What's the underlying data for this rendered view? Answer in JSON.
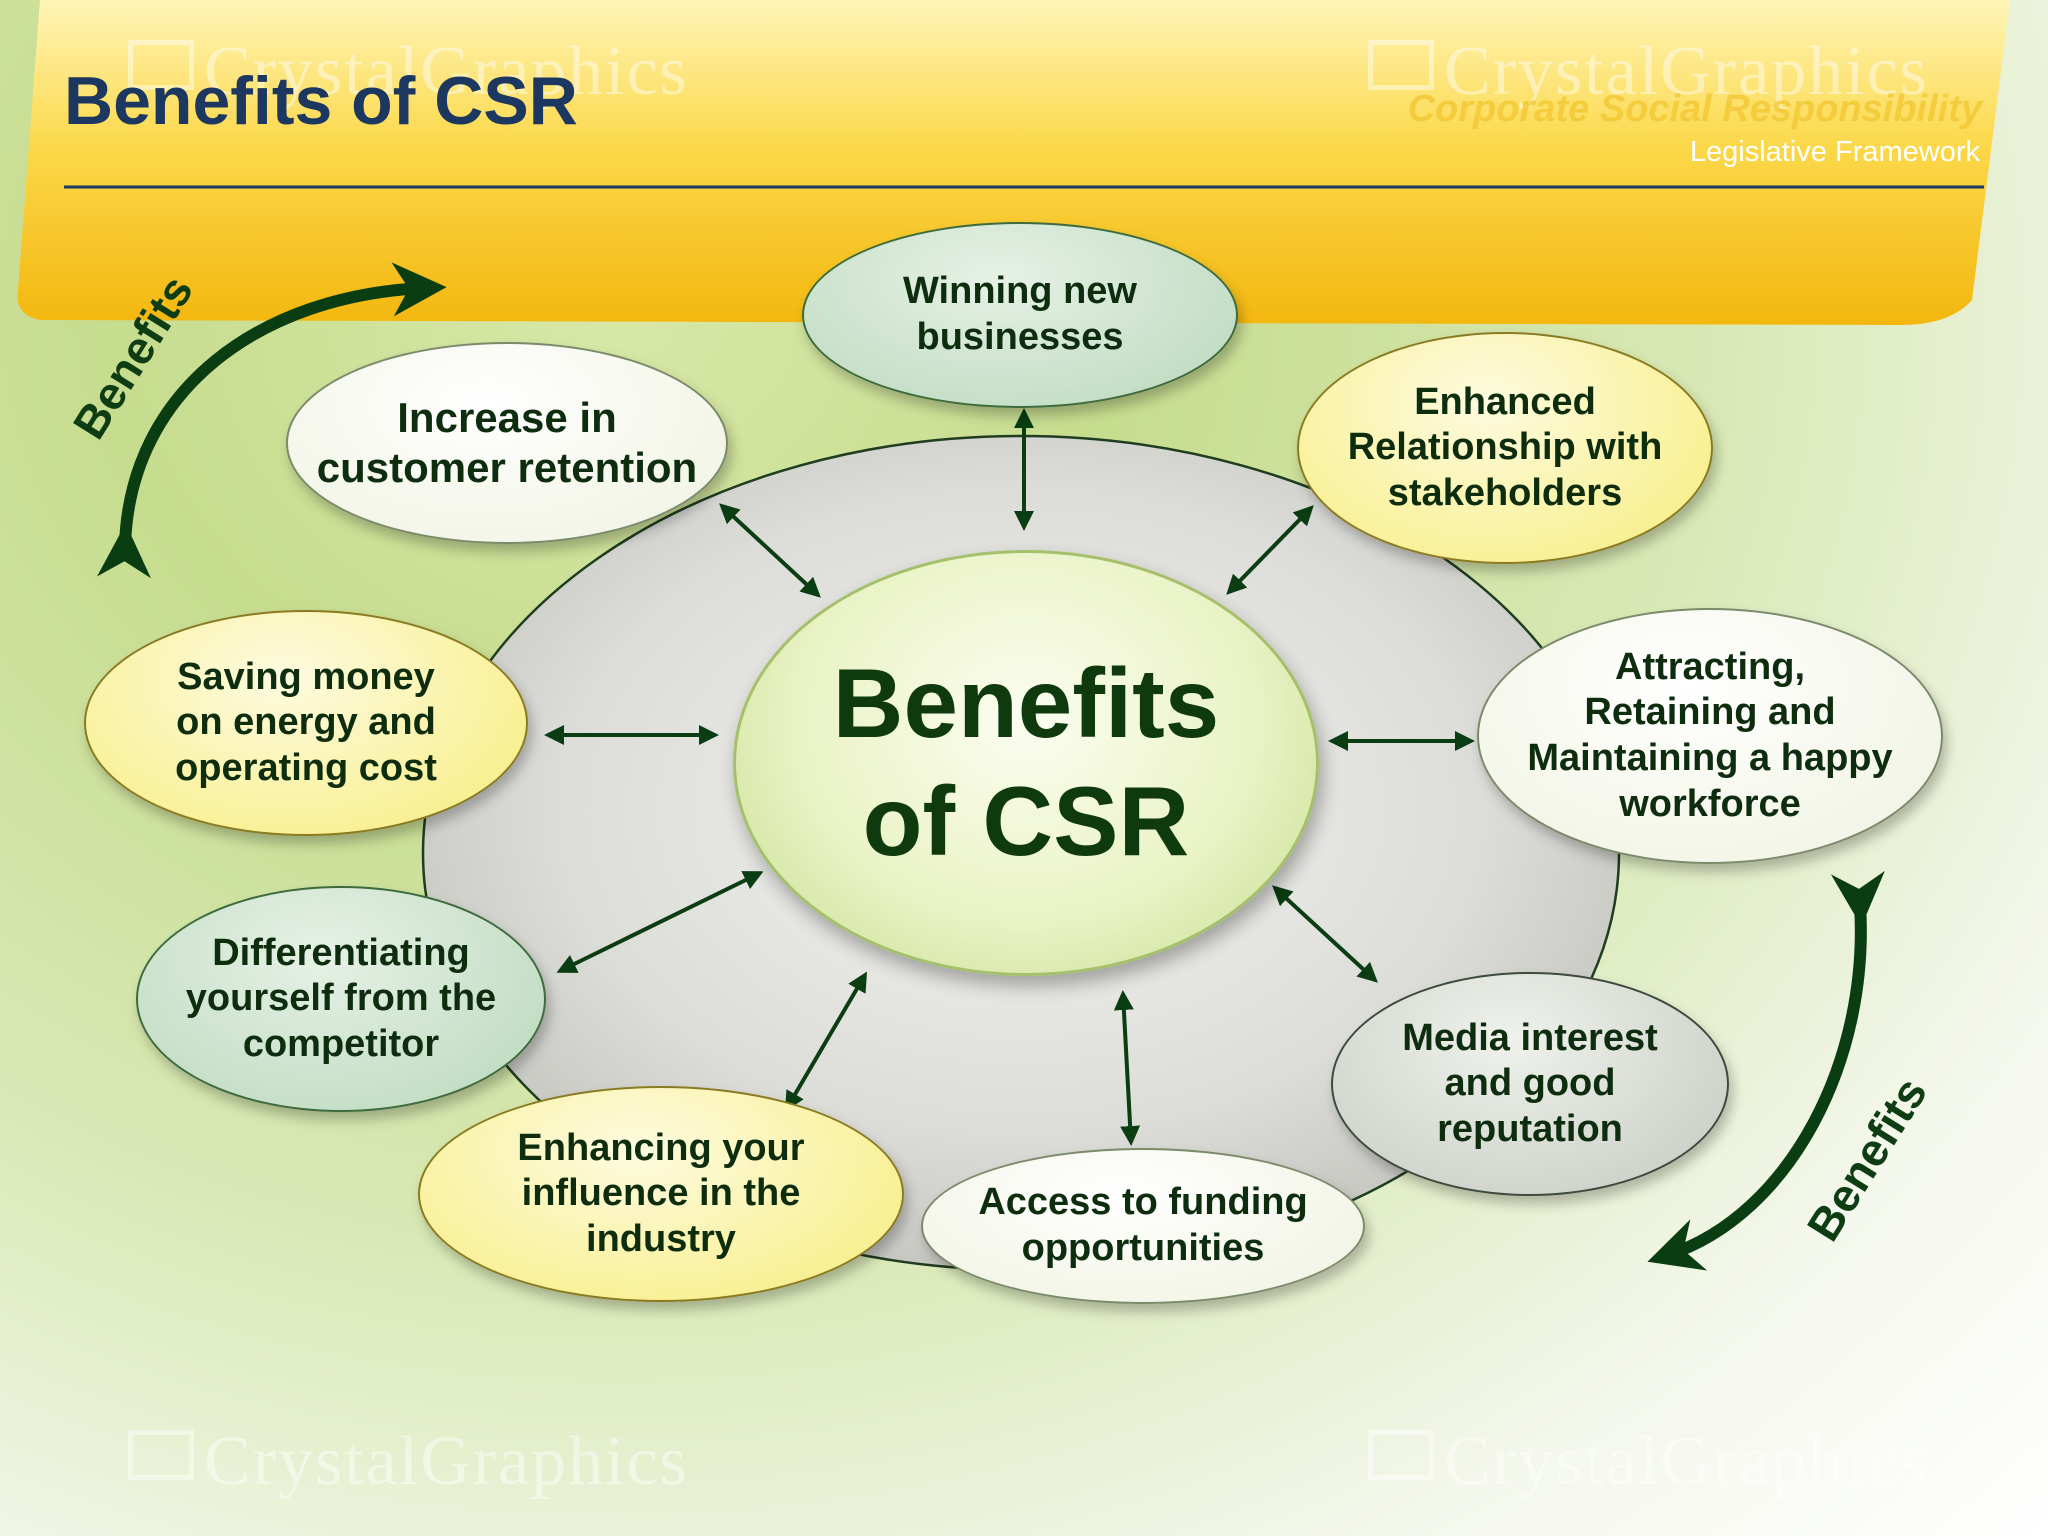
{
  "header": {
    "title": "Benefits of CSR",
    "subtitle": "Corporate Social Responsibility",
    "subtitle2": "Legislative Framework"
  },
  "watermark": "CrystalGraphics",
  "diagram": {
    "center": "Benefits\nof CSR",
    "nodes": [
      {
        "id": "winning",
        "text": "Winning new\nbusinesses"
      },
      {
        "id": "relationship",
        "text": "Enhanced\nRelationship with\nstakeholders"
      },
      {
        "id": "workforce",
        "text": "Attracting,\nRetaining and\nMaintaining a happy\nworkforce"
      },
      {
        "id": "media",
        "text": "Media interest\nand good\nreputation"
      },
      {
        "id": "funding",
        "text": "Access to funding\nopportunities"
      },
      {
        "id": "influence",
        "text": "Enhancing your\ninfluence in the\nindustry"
      },
      {
        "id": "differentiating",
        "text": "Differentiating\nyourself from the\ncompetitor"
      },
      {
        "id": "saving",
        "text": "Saving money\non energy and\noperating cost"
      },
      {
        "id": "retention",
        "text": "Increase in\ncustomer retention"
      }
    ],
    "side_labels": [
      "Benefits",
      "Benefits"
    ]
  },
  "colors": {
    "title": "#1c3760",
    "arrow": "#0a3d12",
    "banner": "#f7c81a"
  }
}
